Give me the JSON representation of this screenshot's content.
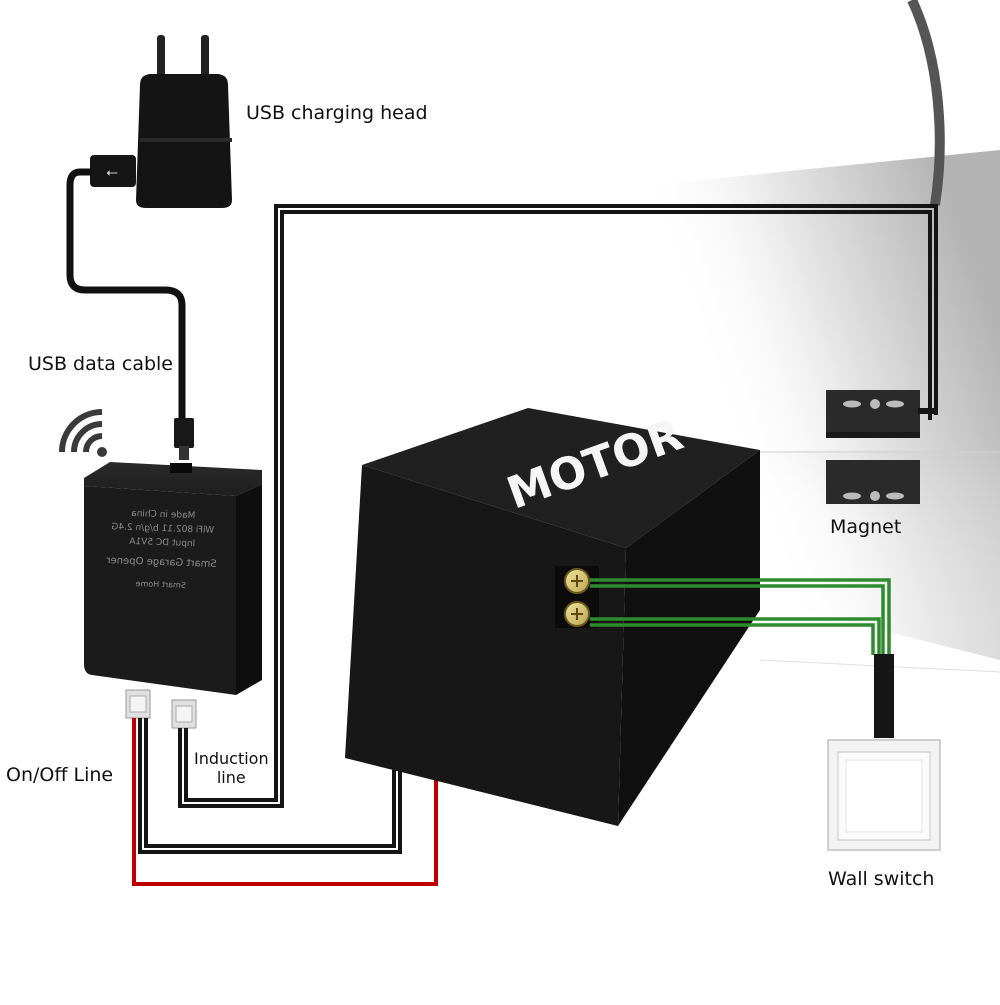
{
  "labels": {
    "usb_charging_head": "USB charging head",
    "usb_data_cable": "USB data cable",
    "on_off_line": "On/Off Line",
    "induction_line_1": "Induction",
    "induction_line_2": "line",
    "magnet": "Magnet",
    "wall_switch": "Wall switch"
  },
  "motor": {
    "text": "MOTOR"
  },
  "device": {
    "text_line_1": "Made in China",
    "text_line_2": "WiFi 802.11 b/g/n 2.4G",
    "text_line_3": "Input DC 5V1A",
    "text_line_4": "Smart Garage Opener",
    "text_line_5": "Smart Home"
  },
  "colors": {
    "device_body": "#1b1b1b",
    "wire_black": "#151515",
    "wire_red": "#c00000",
    "wire_green": "#2e8b2e",
    "background_gray": "#b9b9b9"
  },
  "icons": [
    "plug-icon",
    "wifi-icon",
    "usb-icon"
  ]
}
